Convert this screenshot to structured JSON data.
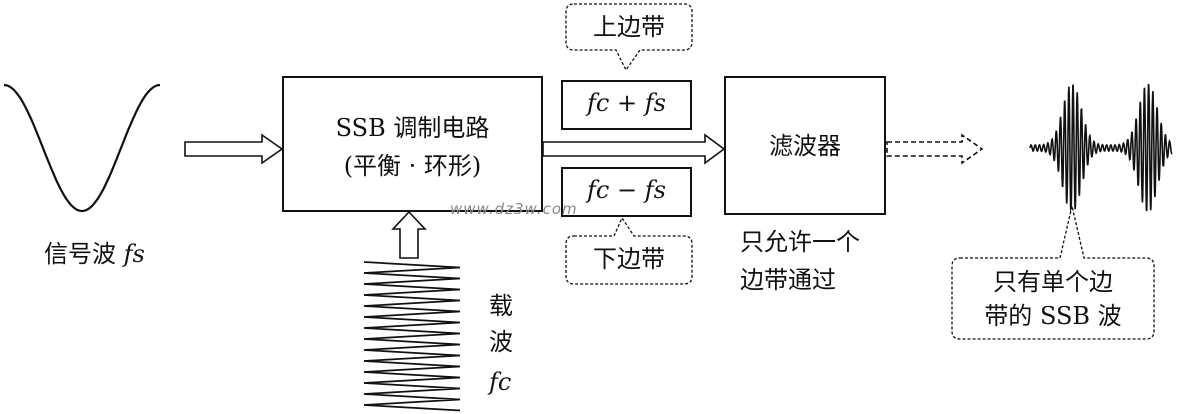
{
  "signal": {
    "label_prefix": "信号波",
    "symbol": "fs"
  },
  "modulator": {
    "line1": "SSB 调制电路",
    "line2": "(平衡 · 环形)"
  },
  "upper_band": {
    "callout": "上边带",
    "formula": "fc + fs"
  },
  "lower_band": {
    "callout": "下边带",
    "formula": "fc − fs"
  },
  "filter": {
    "label": "滤波器",
    "note_line1": "只允许一个",
    "note_line2": "边带通过"
  },
  "carrier": {
    "char1": "载",
    "char2": "波",
    "symbol": "fc"
  },
  "output": {
    "callout_line1": "只有单个边",
    "callout_line2": "带的 SSB 波"
  },
  "watermark": "www.dz3w.com",
  "colors": {
    "ink": "#111111",
    "watermark": "#8a8a8a"
  }
}
